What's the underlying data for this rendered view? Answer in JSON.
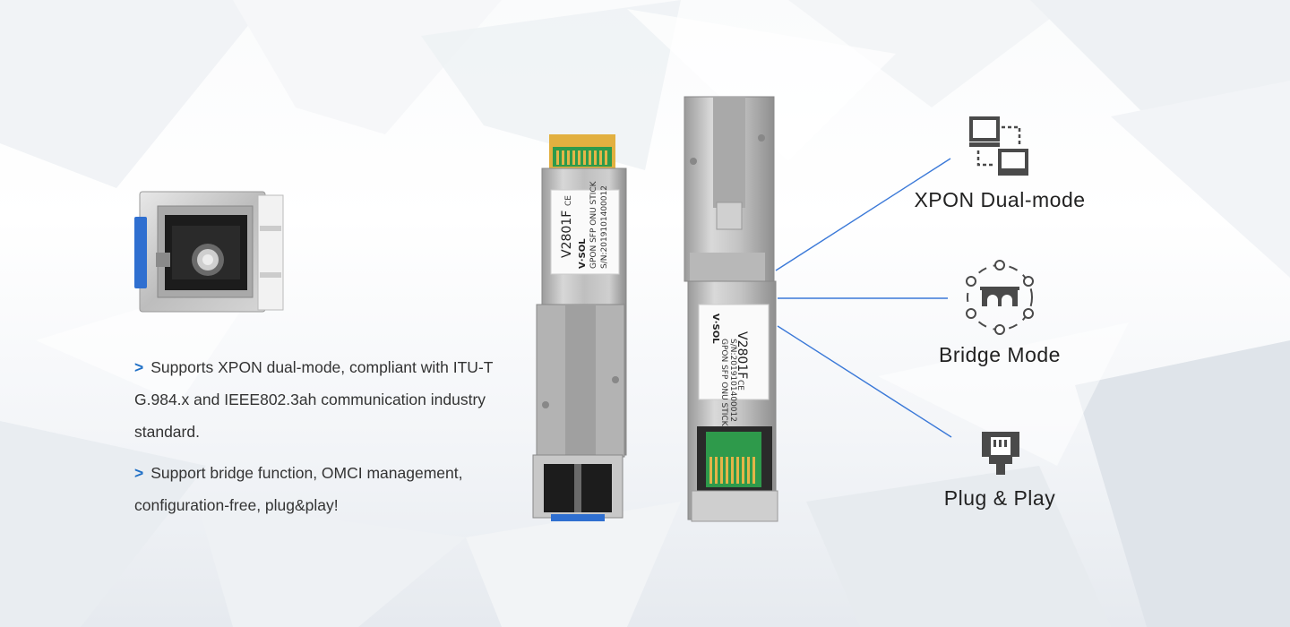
{
  "features": [
    {
      "text": "Supports XPON dual-mode, compliant with ITU-T G.984.x and IEEE802.3ah communication industry standard."
    },
    {
      "text": "Support bridge function, OMCI management, configuration-free, plug&play!"
    }
  ],
  "bullet_glyph": ">",
  "product": {
    "model": "V2801F",
    "brand": "V·SOL",
    "ce_mark": "CE",
    "label_line1": "GPON SFP ONU STICK",
    "label_line2": "S/N:2019101400012"
  },
  "icons": [
    {
      "label": "XPON Dual-mode",
      "icon": "dual-mode-icon"
    },
    {
      "label": "Bridge Mode",
      "icon": "bridge-mode-icon"
    },
    {
      "label": "Plug & Play",
      "icon": "plug-play-icon"
    }
  ],
  "colors": {
    "accent": "#1f6fc6",
    "connector_line": "#3b79d8",
    "icon_gray": "#4a4a4a",
    "pcb_green": "#2e9a4b",
    "pcb_gold": "#e3b548"
  }
}
